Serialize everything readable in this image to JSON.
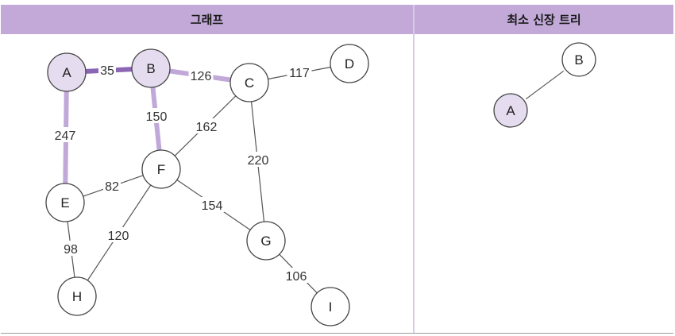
{
  "headers": {
    "graph": "그래프",
    "mst": "최소 신장 트리"
  },
  "colors": {
    "header_bg": "#c2a9d8",
    "selected_node_fill": "#e6dcef",
    "edge_strong": "#8a66b4",
    "edge_light": "#c0a8d9",
    "edge_default": "#555555"
  },
  "graph": {
    "nodes": [
      {
        "id": "A",
        "label": "A",
        "selected": true
      },
      {
        "id": "B",
        "label": "B",
        "selected": true
      },
      {
        "id": "C",
        "label": "C",
        "selected": false
      },
      {
        "id": "D",
        "label": "D",
        "selected": false
      },
      {
        "id": "E",
        "label": "E",
        "selected": false
      },
      {
        "id": "F",
        "label": "F",
        "selected": false
      },
      {
        "id": "G",
        "label": "G",
        "selected": false
      },
      {
        "id": "H",
        "label": "H",
        "selected": false
      },
      {
        "id": "I",
        "label": "I",
        "selected": false
      }
    ],
    "edges": [
      {
        "from": "A",
        "to": "B",
        "weight": "35",
        "highlight": "strong"
      },
      {
        "from": "A",
        "to": "E",
        "weight": "247",
        "highlight": "light"
      },
      {
        "from": "B",
        "to": "C",
        "weight": "126",
        "highlight": "light"
      },
      {
        "from": "B",
        "to": "F",
        "weight": "150",
        "highlight": "light"
      },
      {
        "from": "C",
        "to": "D",
        "weight": "117",
        "highlight": "none"
      },
      {
        "from": "C",
        "to": "F",
        "weight": "162",
        "highlight": "none"
      },
      {
        "from": "C",
        "to": "G",
        "weight": "220",
        "highlight": "none"
      },
      {
        "from": "E",
        "to": "F",
        "weight": "82",
        "highlight": "none"
      },
      {
        "from": "E",
        "to": "H",
        "weight": "98",
        "highlight": "none"
      },
      {
        "from": "F",
        "to": "H",
        "weight": "120",
        "highlight": "none"
      },
      {
        "from": "F",
        "to": "G",
        "weight": "154",
        "highlight": "none"
      },
      {
        "from": "G",
        "to": "I",
        "weight": "106",
        "highlight": "none"
      }
    ]
  },
  "mst": {
    "nodes": [
      {
        "id": "A",
        "label": "A",
        "selected": true
      },
      {
        "id": "B",
        "label": "B",
        "selected": false
      }
    ],
    "edges": [
      {
        "from": "A",
        "to": "B"
      }
    ]
  }
}
